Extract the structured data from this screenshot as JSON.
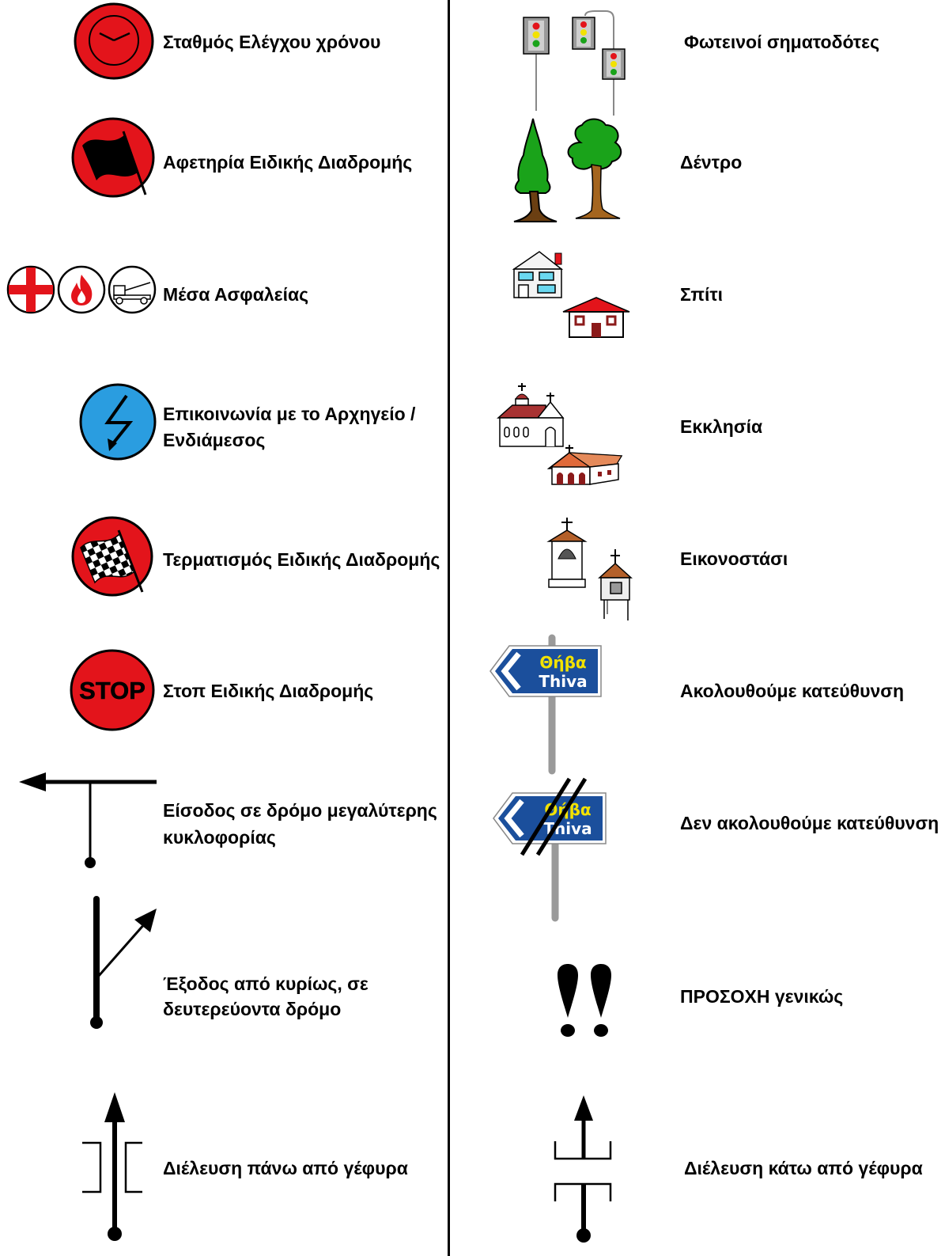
{
  "left": {
    "time_control": "Σταθμός Ελέγχου χρόνου",
    "special_stage_start": "Αφετηρία Ειδικής Διαδρομής",
    "safety_means": "Μέσα Ασφαλείας",
    "communication_line1": "Επικοινωνία με το Αρχηγείο /",
    "communication_line2": "Ενδιάμεσος",
    "special_stage_finish": "Τερματισμός Ειδικής Διαδρομής",
    "special_stage_stop": "Στοπ Ειδικής Διαδρομής",
    "stop_sign_text": "STOP",
    "major_road_entry_line1": "Είσοδος σε δρόμο μεγαλύτερης",
    "major_road_entry_line2": "κυκλοφορίας",
    "exit_secondary_line1": "Έξοδος από κυρίως, σε",
    "exit_secondary_line2": "δευτερεύοντα δρόμο",
    "over_bridge": "Διέλευση πάνω από γέφυρα"
  },
  "right": {
    "traffic_lights": "Φωτεινοί σηματοδότες",
    "tree": "Δέντρο",
    "house": "Σπίτι",
    "church": "Εκκλησία",
    "shrine": "Εικονοστάσι",
    "follow_direction": "Ακολουθούμε κατεύθυνση",
    "sign_greek": "Θήβα",
    "sign_latin": "Thiva",
    "not_follow_direction": "Δεν ακολουθούμε κατεύθυνση",
    "caution_general": "ΠΡΟΣΟΧΗ γενικώς",
    "under_bridge": "Διέλευση κάτω από γέφυρα"
  },
  "colors": {
    "red": "#e3141b",
    "blue": "#2a9de0",
    "sign_blue": "#1b4f9c",
    "sign_yellow": "#f2e200",
    "tree_green": "#1aa31a",
    "trunk_brown": "#6b3f12"
  }
}
